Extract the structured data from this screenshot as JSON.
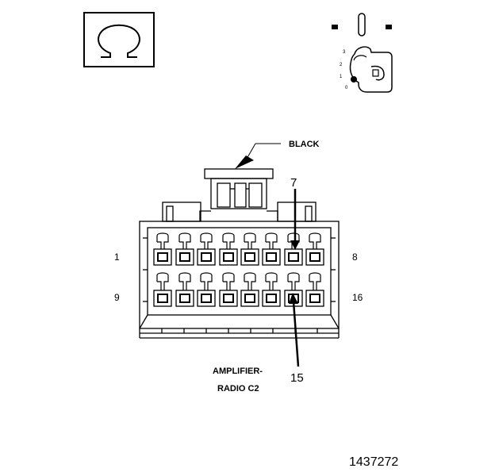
{
  "symbol": {
    "icon": "omega-icon"
  },
  "ignition": {
    "icon": "ignition-key-icon",
    "positions": [
      "3",
      "2",
      "1",
      "0"
    ]
  },
  "connector": {
    "color_label": "BLACK",
    "pin_top_left": "1",
    "pin_top_right": "8",
    "pin_bottom_left": "9",
    "pin_bottom_right": "16",
    "callout_top": "7",
    "callout_bottom": "15",
    "name_line1": "AMPLIFIER-",
    "name_line2": "RADIO C2"
  },
  "figure_number": "1437272"
}
